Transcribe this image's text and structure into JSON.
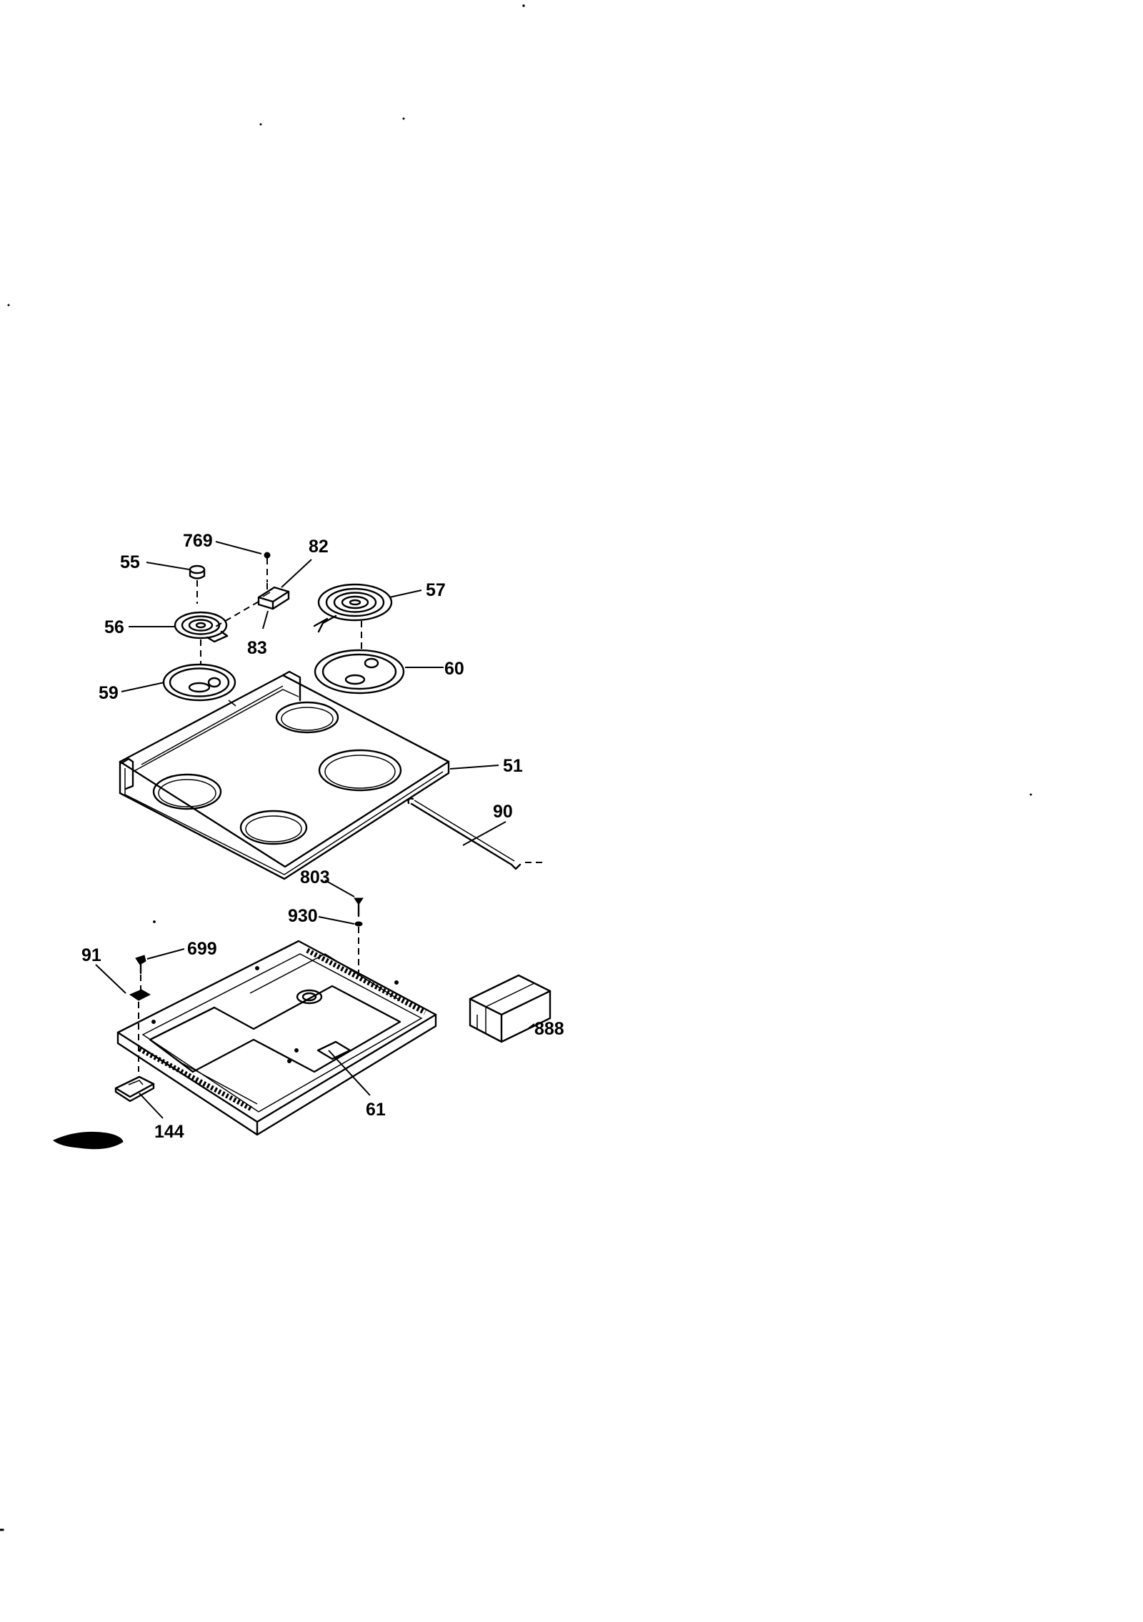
{
  "diagram": {
    "callouts": [
      {
        "id": "c769",
        "text": "769"
      },
      {
        "id": "c82",
        "text": "82"
      },
      {
        "id": "c55",
        "text": "55"
      },
      {
        "id": "c57",
        "text": "57"
      },
      {
        "id": "c56",
        "text": "56"
      },
      {
        "id": "c83",
        "text": "83"
      },
      {
        "id": "c59",
        "text": "59"
      },
      {
        "id": "c60",
        "text": "60"
      },
      {
        "id": "c51",
        "text": "51"
      },
      {
        "id": "c90",
        "text": "90"
      },
      {
        "id": "c803",
        "text": "803"
      },
      {
        "id": "c930",
        "text": "930"
      },
      {
        "id": "c91",
        "text": "91"
      },
      {
        "id": "c699",
        "text": "699"
      },
      {
        "id": "c888",
        "text": "888"
      },
      {
        "id": "c61",
        "text": "61"
      },
      {
        "id": "c144",
        "text": "144"
      }
    ]
  }
}
